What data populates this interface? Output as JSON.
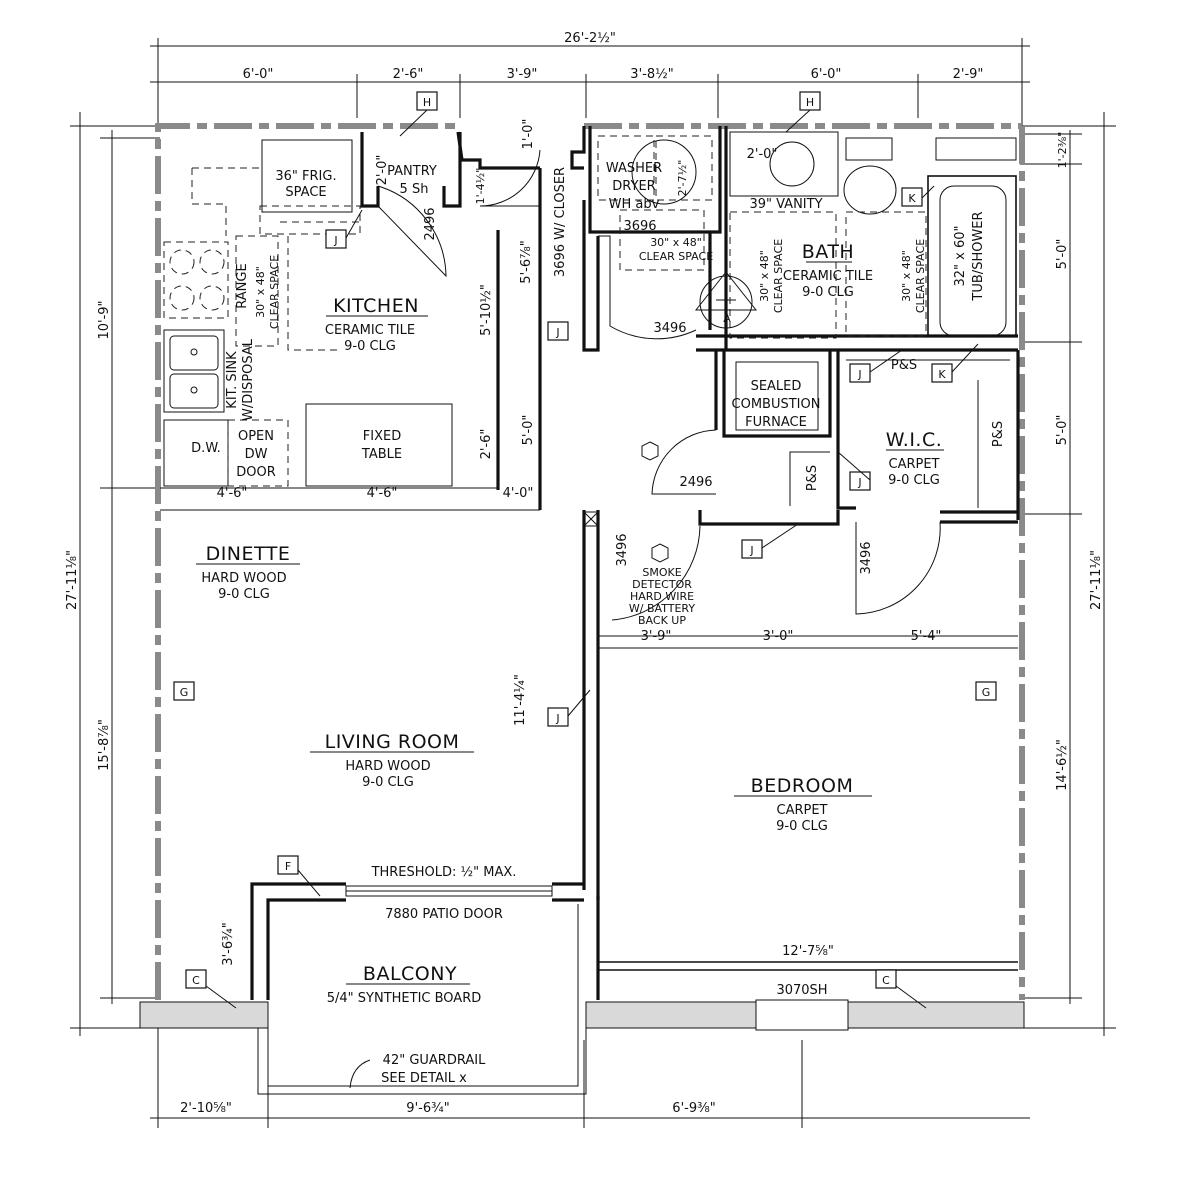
{
  "rooms": {
    "kitchen": {
      "name": "KITCHEN",
      "finish": "CERAMIC TILE",
      "ceiling": "9-0 CLG"
    },
    "dinette": {
      "name": "DINETTE",
      "finish": "HARD WOOD",
      "ceiling": "9-0 CLG"
    },
    "living": {
      "name": "LIVING ROOM",
      "finish": "HARD WOOD",
      "ceiling": "9-0 CLG"
    },
    "bath": {
      "name": "BATH",
      "finish": "CERAMIC TILE",
      "ceiling": "9-0 CLG"
    },
    "wic": {
      "name": "W.I.C.",
      "finish": "CARPET",
      "ceiling": "9-0 CLG"
    },
    "bedroom": {
      "name": "BEDROOM",
      "finish": "CARPET",
      "ceiling": "9-0 CLG"
    },
    "balcony": {
      "name": "BALCONY",
      "finish": "5/4\" SYNTHETIC BOARD"
    }
  },
  "labels": {
    "frig": [
      "36\" FRIG.",
      "SPACE"
    ],
    "pantry": [
      "PANTRY",
      "5 Sh"
    ],
    "range": "RANGE",
    "sink": [
      "KIT. SINK",
      "W/DISPOSAL"
    ],
    "dw": "D.W.",
    "open_dw": [
      "OPEN",
      "DW",
      "DOOR"
    ],
    "table": [
      "FIXED",
      "TABLE"
    ],
    "clear_space": [
      "30\" x 48\"",
      "CLEAR SPACE"
    ],
    "washer": [
      "WASHER",
      "DRYER",
      "WH abv"
    ],
    "closer": "3696 W/ CLOSER",
    "vanity": "39\" VANITY",
    "tub": [
      "32\" x 60\"",
      "TUB/SHOWER"
    ],
    "furnace": [
      "SEALED",
      "COMBUSTION",
      "FURNACE"
    ],
    "ps": "P&S",
    "smoke": [
      "SMOKE",
      "DETECTOR",
      "HARD WIRE",
      "W/ BATTERY",
      "BACK UP"
    ],
    "threshold": "THRESHOLD: ½\" MAX.",
    "patio_door": "7880 PATIO DOOR",
    "window": "3070SH",
    "guardrail": [
      "42\" GUARDRAIL",
      "SEE DETAIL x"
    ],
    "accessible": "A"
  },
  "doors": {
    "d2496": "2496",
    "d3496": "3496",
    "d3696": "3696"
  },
  "tags": {
    "H": "H",
    "J": "J",
    "K": "K",
    "G": "G",
    "F": "F",
    "C": "C"
  },
  "dims": {
    "overall_width": "26'-2½\"",
    "top1": "6'-0\"",
    "top2": "2'-6\"",
    "top3": "3'-9\"",
    "top4": "3'-8½\"",
    "top5": "6'-0\"",
    "top6": "2'-9\"",
    "left_upper": "10'-9\"",
    "left_overall": "27'-11⅛\"",
    "left_lower": "15'-8⅞\"",
    "right_overall": "27'-11⅛\"",
    "right_a": "1'-2⅜\"",
    "right_b": "5'-0\"",
    "right_c": "5'-0\"",
    "right_d": "14'-6½\"",
    "kit_a": "4'-6\"",
    "kit_b": "4'-6\"",
    "kit_c": "4'-0\"",
    "kit_v1": "5'-10½\"",
    "kit_v2": "2'-6\"",
    "kit_v3": "5'-0\"",
    "pantry_w": "2'-0\"",
    "pantry_v": "1'-4½\"",
    "hall_v": "5'-6⅞\"",
    "laundry_top": "1'-0\"",
    "laundry_v": "2'-7½\"",
    "bath_w": "2'-0\"",
    "hall_1": "3'-9\"",
    "hall_2": "3'-0\"",
    "hall_3": "5'-4\"",
    "living_v": "11'-4¼\"",
    "balcony_v": "3'-6¾\"",
    "bed_w": "12'-7⅝\"",
    "bot1": "2'-10⅝\"",
    "bot2": "9'-6¾\"",
    "bot3": "6'-9⅜\""
  }
}
